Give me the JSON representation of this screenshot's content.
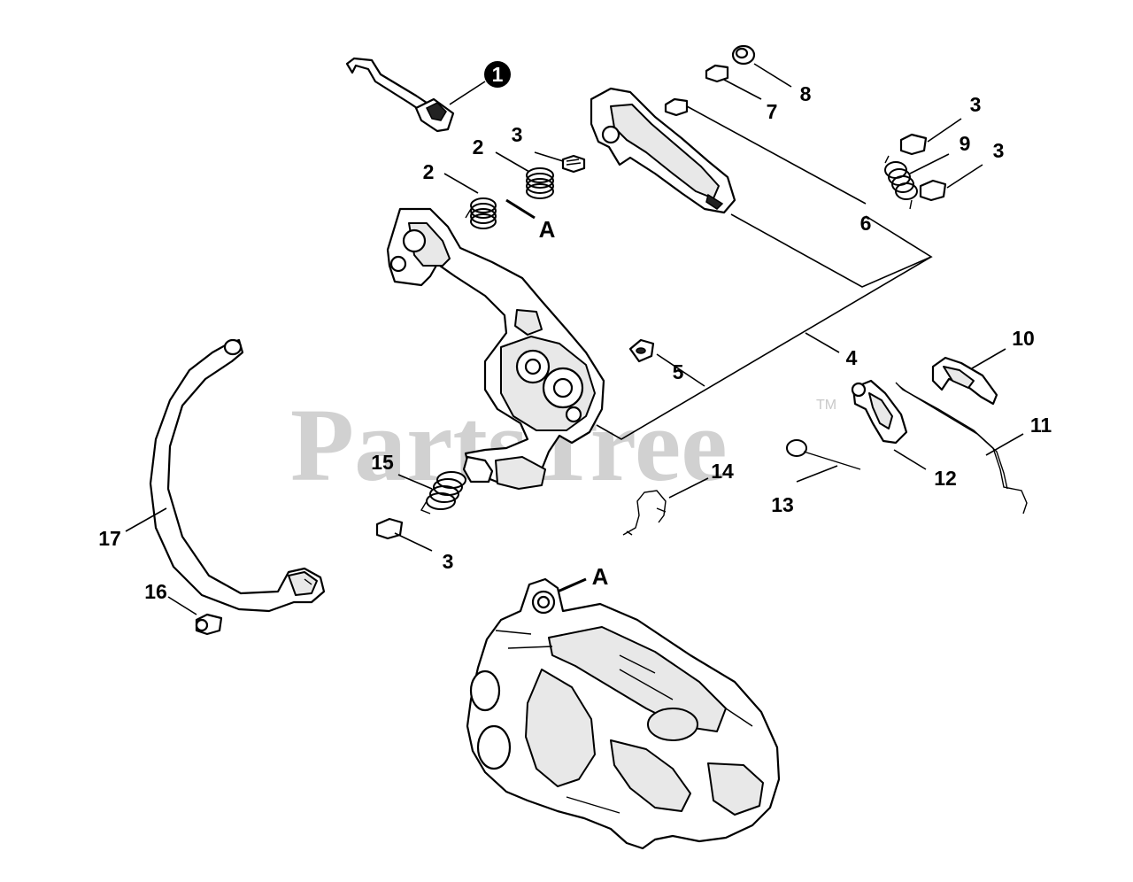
{
  "watermark": {
    "text": "PartsTree",
    "trademark": "TM"
  },
  "callouts": [
    {
      "id": "c1",
      "label": "1",
      "filled": true
    },
    {
      "id": "c2a",
      "label": "2"
    },
    {
      "id": "c2b",
      "label": "2"
    },
    {
      "id": "c3a",
      "label": "3"
    },
    {
      "id": "c3b",
      "label": "3"
    },
    {
      "id": "c3c",
      "label": "3"
    },
    {
      "id": "c3d",
      "label": "3"
    },
    {
      "id": "c4",
      "label": "4"
    },
    {
      "id": "c5",
      "label": "5"
    },
    {
      "id": "c6",
      "label": "6"
    },
    {
      "id": "c7",
      "label": "7"
    },
    {
      "id": "c8",
      "label": "8"
    },
    {
      "id": "c9",
      "label": "9"
    },
    {
      "id": "c10",
      "label": "10"
    },
    {
      "id": "c11",
      "label": "11"
    },
    {
      "id": "c12",
      "label": "12"
    },
    {
      "id": "c13",
      "label": "13"
    },
    {
      "id": "c14",
      "label": "14"
    },
    {
      "id": "c15",
      "label": "15"
    },
    {
      "id": "c16",
      "label": "16"
    },
    {
      "id": "c17",
      "label": "17"
    }
  ],
  "reference_marks": [
    {
      "id": "a1",
      "label": "A"
    },
    {
      "id": "a2",
      "label": "A"
    }
  ]
}
